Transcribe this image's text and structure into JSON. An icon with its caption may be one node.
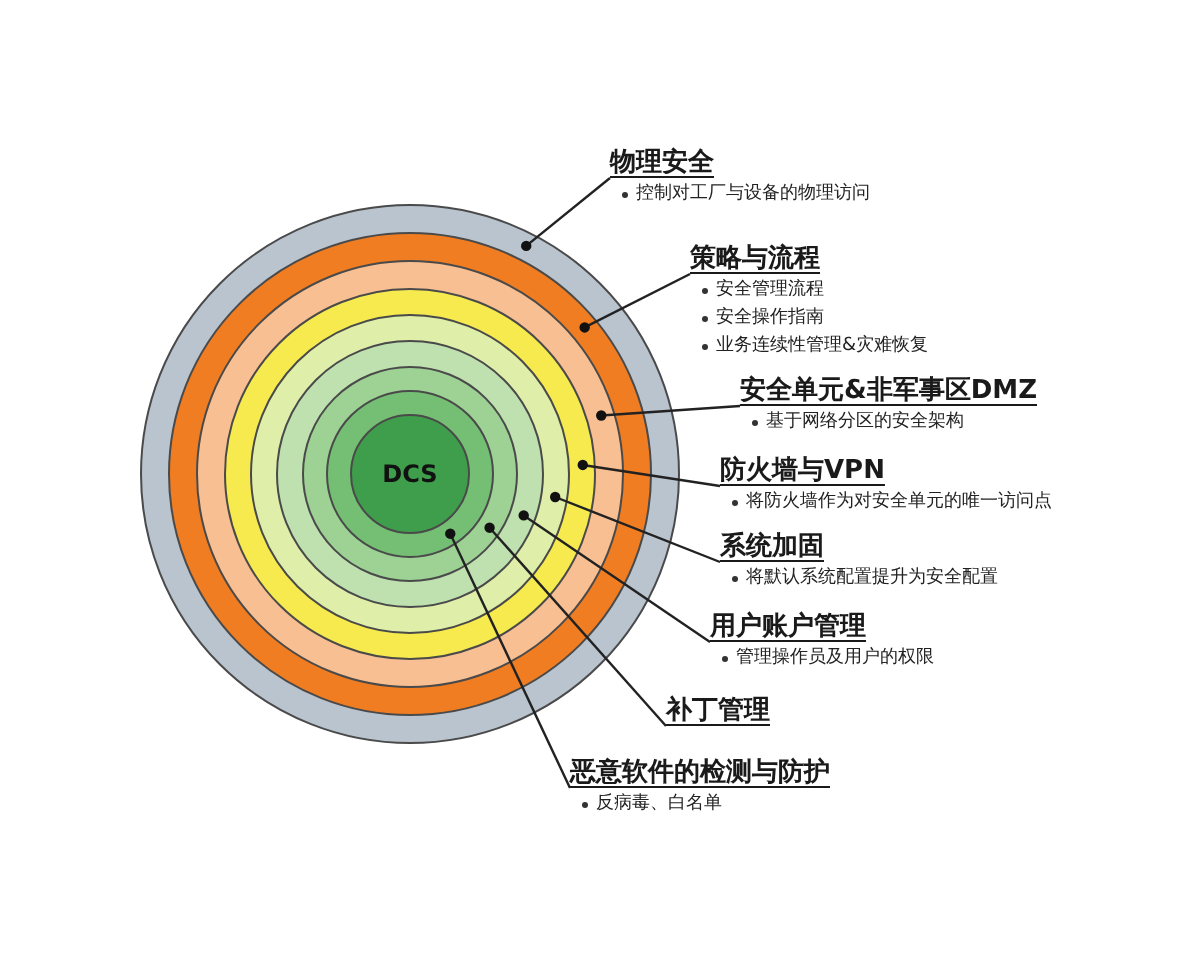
{
  "diagram": {
    "nodes": [
      {
        "text": [
          "物理安全",
          "控制对工厂与设备的物理访问"
        ]
      },
      {
        "text": [
          "策略与流程",
          "安全管理流程",
          "安全操作指南",
          "业务连续性管理&灾难恢复"
        ]
      },
      {
        "text": [
          "安全单元&非军事区DMZ",
          "基于网络分区的安全架构"
        ]
      },
      {
        "text": [
          "防火墙与VPN",
          "将防火墙作为对安全单元的唯一访问点"
        ]
      },
      {
        "text": [
          "系统加固",
          "将默认系统配置提升为安全配置"
        ]
      },
      {
        "text": [
          "用户账户管理",
          "管理操作员及用户的权限"
        ]
      },
      {
        "text": [
          "补丁管理"
        ]
      },
      {
        "text": [
          "恶意软件的检测与防护",
          "反病毒、白名单"
        ]
      },
      {
        "text": [],
        "shape": "circle"
      },
      {
        "text": [],
        "shape": "circle",
        "in": 8
      },
      {
        "text": [],
        "shape": "circle",
        "in": 9
      },
      {
        "text": [],
        "shape": "circle",
        "in": 10
      },
      {
        "text": [],
        "shape": "circle",
        "in": 11
      },
      {
        "text": [],
        "shape": "circle",
        "in": 12
      },
      {
        "text": [],
        "shape": "circle",
        "in": 13
      },
      {
        "text": [],
        "shape": "circle",
        "in": 14
      },
      {
        "text": [
          "DCS"
        ],
        "in": 15
      }
    ],
    "edges": [
      {
        "from": 0,
        "to": 8,
        "arrow": "other"
      },
      {
        "from": 1,
        "to": 9,
        "arrow": "other"
      },
      {
        "from": 2,
        "to": 10,
        "arrow": "other"
      },
      {
        "from": 3,
        "to": 11,
        "arrow": "other"
      },
      {
        "from": 4,
        "to": 12,
        "arrow": "other"
      },
      {
        "from": 5,
        "to": 13,
        "arrow": "other"
      },
      {
        "from": 6,
        "to": 14,
        "arrow": "other"
      },
      {
        "from": 7,
        "to": 15,
        "arrow": "other"
      }
    ]
  }
}
